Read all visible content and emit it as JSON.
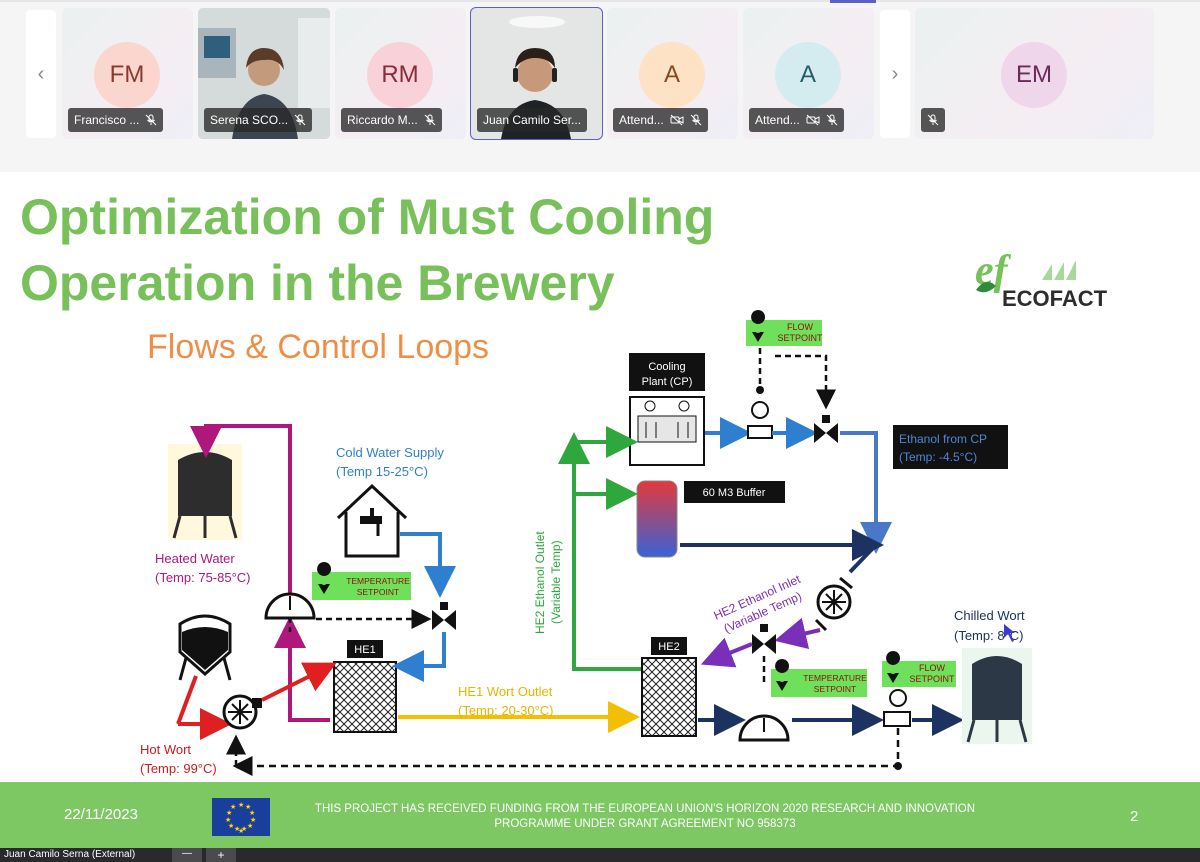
{
  "meeting": {
    "participants": [
      {
        "initials": "FM",
        "name": "Francisco ...",
        "avatar_bg": "#fbd6cf",
        "avatar_fg": "#8a3a2a"
      },
      {
        "initials": "",
        "name": "Serena SCO...",
        "avatar_bg": "",
        "avatar_fg": ""
      },
      {
        "initials": "RM",
        "name": "Riccardo M...",
        "avatar_bg": "#f8d2d8",
        "avatar_fg": "#8a2a3a"
      },
      {
        "initials": "",
        "name": "Juan Camilo Ser...",
        "avatar_bg": "",
        "avatar_fg": ""
      },
      {
        "initials": "A",
        "name": "Attend...",
        "avatar_bg": "#fde2c6",
        "avatar_fg": "#8a4a1a"
      },
      {
        "initials": "A",
        "name": "Attend...",
        "avatar_bg": "#d4ecf0",
        "avatar_fg": "#1f5e6a"
      },
      {
        "initials": "EM",
        "name": "",
        "avatar_bg": "#f0d6ea",
        "avatar_fg": "#6a2a5a"
      }
    ],
    "nav_prev": "‹",
    "nav_next": "›",
    "presenter_label": "Juan Camilo Serna (External)",
    "zoom_out": "—",
    "zoom_in": "+",
    "accent": "#5b5fc7"
  },
  "slide": {
    "title_line1": "Optimization of Must Cooling",
    "title_line2": "Operation in the Brewery",
    "subtitle": "Flows & Control Loops",
    "logo_mark": "ef",
    "logo_text": "ECOFACT",
    "title_color": "#77c05a",
    "subtitle_color": "#ed8f48",
    "labels": {
      "cooling_plant_1": "Cooling",
      "cooling_plant_2": "Plant (CP)",
      "buffer": "60 M3 Buffer",
      "flow_setpoint_1": "FLOW",
      "flow_setpoint_2": "SETPOINT",
      "temp_setpoint_1": "TEMPERATURE",
      "temp_setpoint_2": "SETPOINT",
      "ethanol_cp_1": "Ethanol from CP",
      "ethanol_cp_2": "(Temp: -4.5°C)",
      "cold_water_1": "Cold Water Supply",
      "cold_water_2": "(Temp 15-25°C)",
      "heated_water_1": "Heated Water",
      "heated_water_2": "(Temp: 75-85°C)",
      "he1": "HE1",
      "he2": "HE2",
      "he2_outlet_1": "HE2 Ethanol Outlet",
      "he2_outlet_2": "(Variable Temp)",
      "he2_inlet_1": "HE2 Ethanol Inlet",
      "he2_inlet_2": "(Variable Temp)",
      "he1_wort_1": "HE1 Wort Outlet",
      "he1_wort_2": "(Temp: 20-30°C)",
      "chilled_wort_1": "Chilled Wort",
      "chilled_wort_2": "(Temp: 8°C)",
      "hot_wort_1": "Hot Wort",
      "hot_wort_2": "(Temp: 99°C)"
    }
  },
  "footer": {
    "date": "22/11/2023",
    "funding_line1": "THIS PROJECT HAS RECEIVED FUNDING FROM THE EUROPEAN UNION'S HORIZON 2020 RESEARCH AND INNOVATION",
    "funding_line2": "PROGRAMME UNDER GRANT AGREEMENT NO 958373",
    "page_number": "2",
    "bg": "#7ec864"
  }
}
